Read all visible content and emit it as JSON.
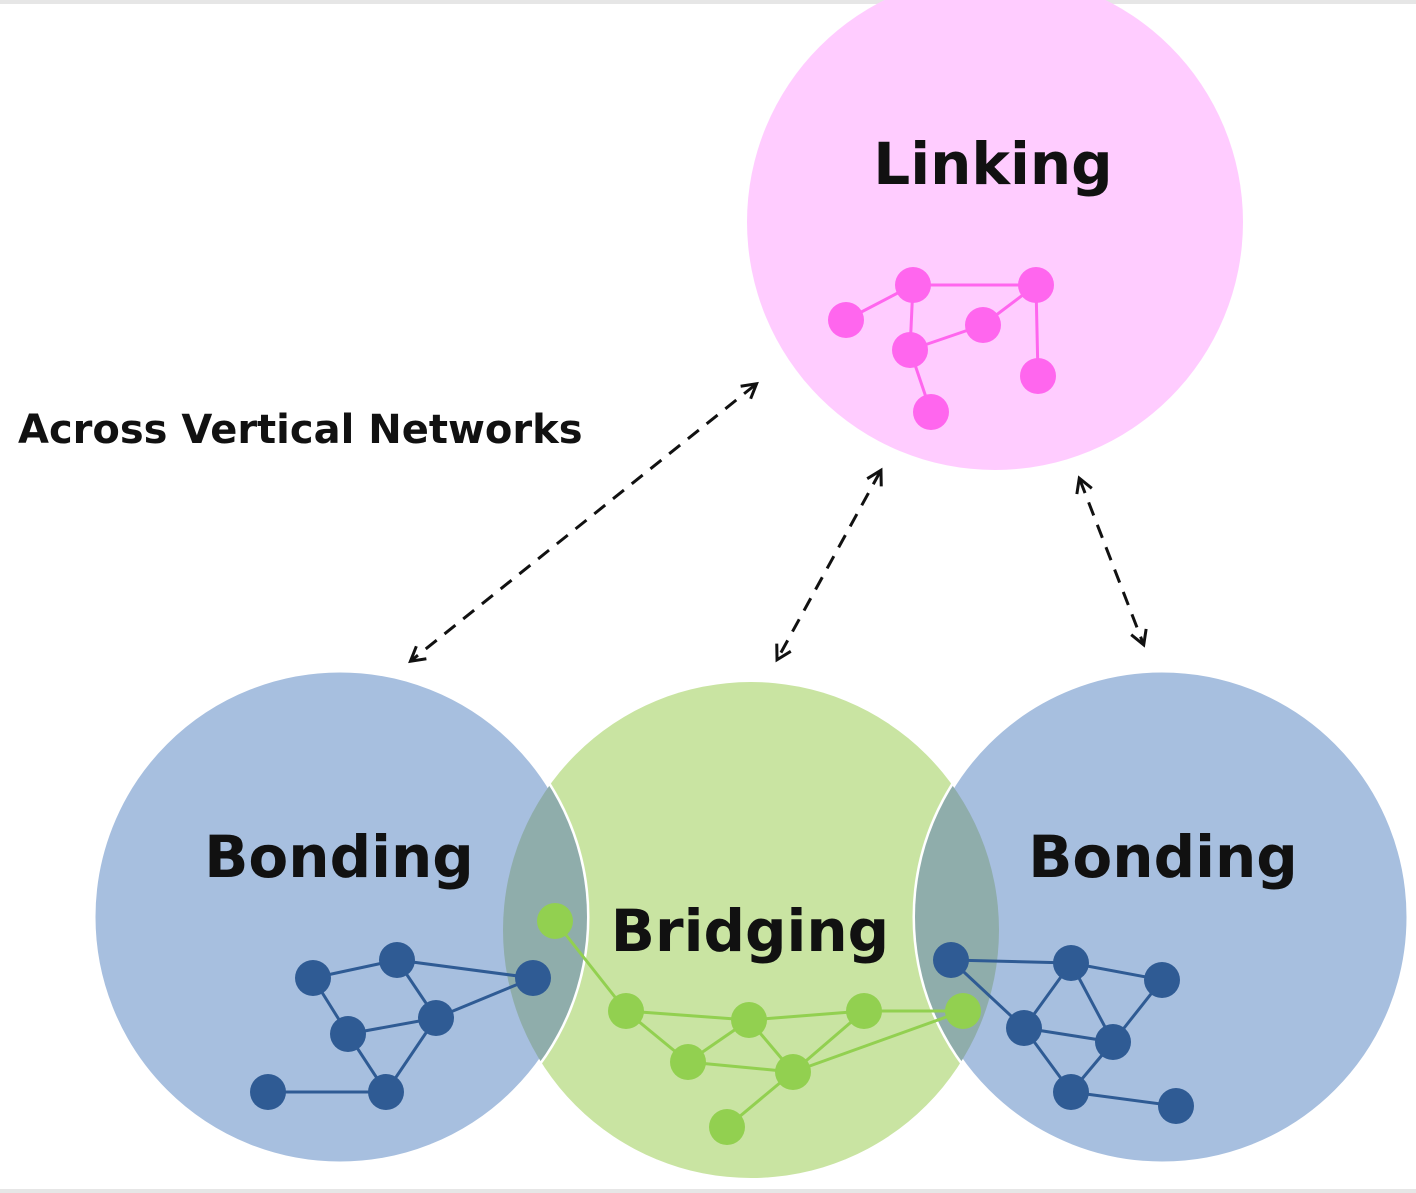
{
  "labels": {
    "linking": "Linking",
    "bonding_left": "Bonding",
    "bridging": "Bridging",
    "bonding_right": "Bonding",
    "across": "Across Vertical Networks"
  },
  "colors": {
    "linking_fill": "#ffccff",
    "linking_node": "#ff66ee",
    "bonding_fill": "#a7bfdf",
    "bonding_node": "#2f5b94",
    "bridging_fill": "#c9e4a2",
    "bridging_node": "#92d050",
    "overlap_fill": "#8fadab",
    "arrow": "#111111"
  },
  "icons": {
    "network": "network-graph-icon",
    "arrow": "dashed-double-arrow-icon"
  }
}
